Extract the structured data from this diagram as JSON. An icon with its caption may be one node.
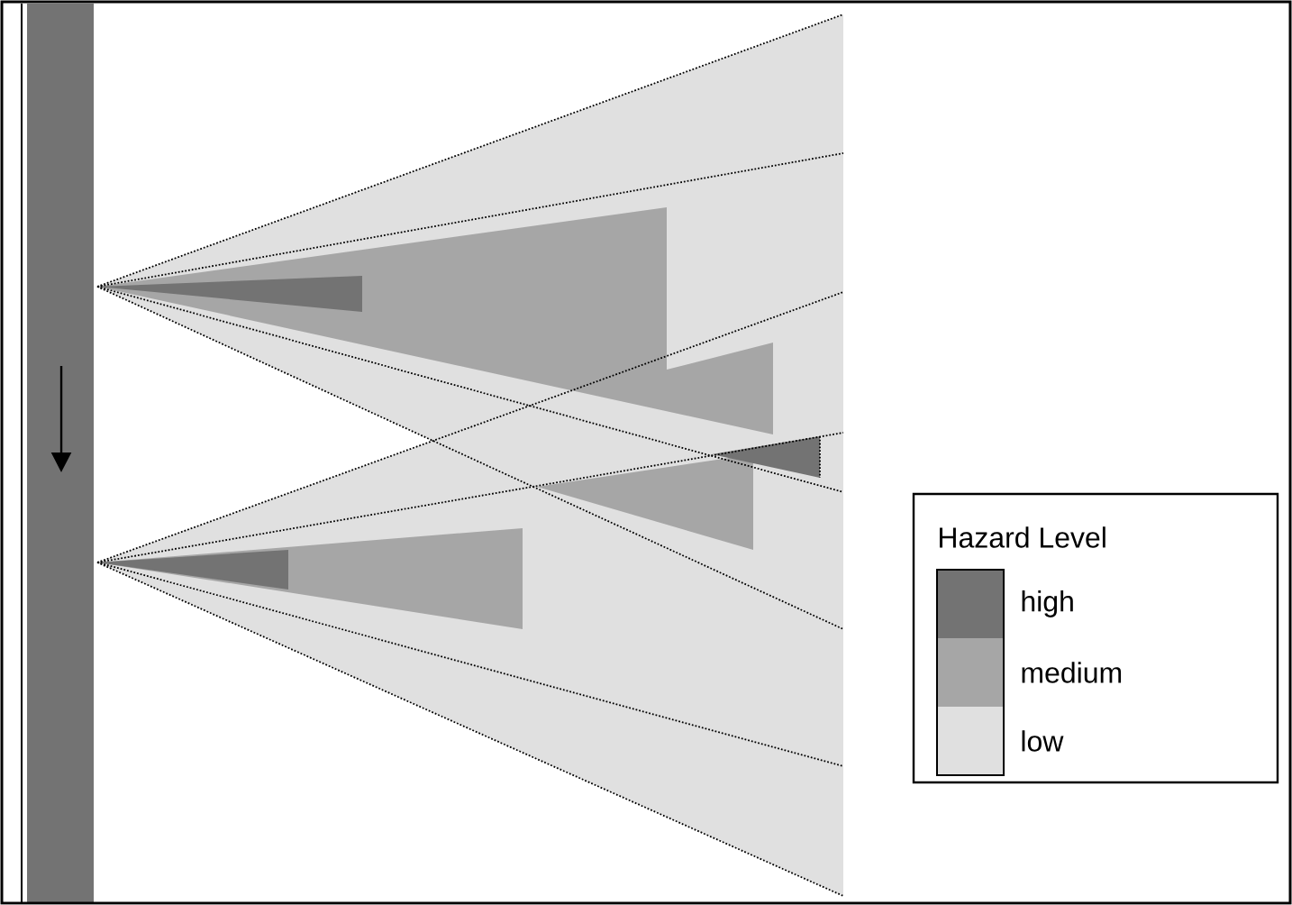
{
  "diagram": {
    "labels": [
      "Hazard Level"
    ],
    "legend": [
      {
        "text": "high",
        "color": "#737373"
      },
      {
        "text": "medium",
        "color": "#a6a6a6"
      },
      {
        "text": "low",
        "color": "#e0e0e0"
      }
    ]
  }
}
